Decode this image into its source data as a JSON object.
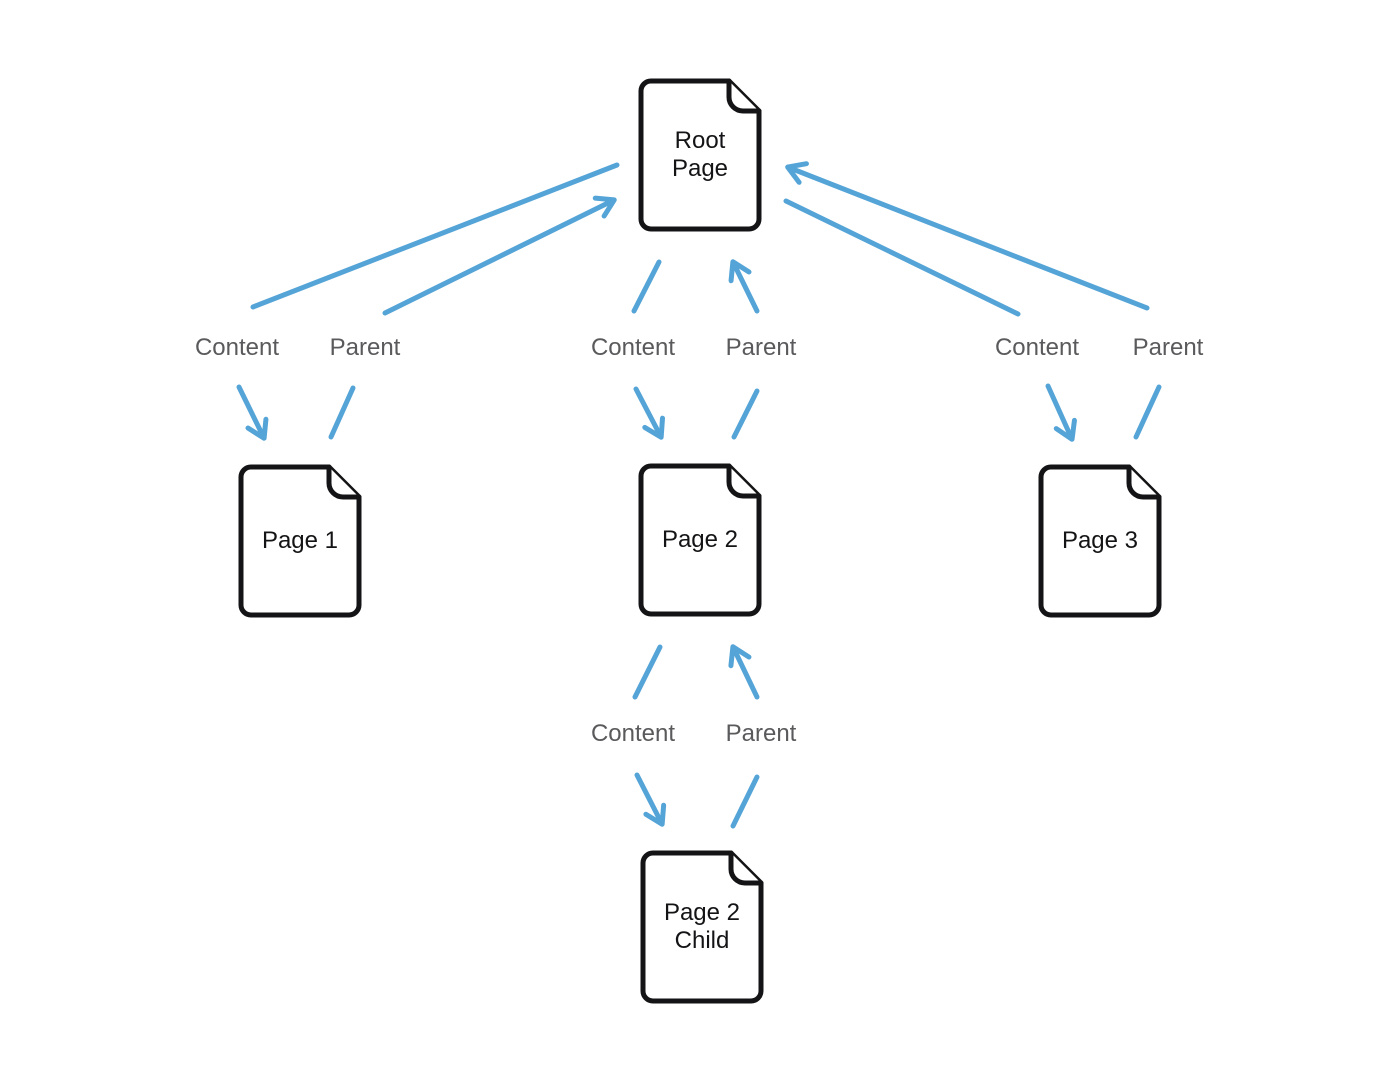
{
  "diagram": {
    "type": "page-hierarchy",
    "colors": {
      "background": "#ffffff",
      "arrow": "#55A4D7",
      "edge_label": "#5a5a5c",
      "doc_outline": "#141416"
    },
    "nodes": [
      {
        "id": "root",
        "label": "Root Page"
      },
      {
        "id": "page1",
        "label": "Page 1"
      },
      {
        "id": "page2",
        "label": "Page 2"
      },
      {
        "id": "page3",
        "label": "Page 3"
      },
      {
        "id": "page2-child",
        "label": "Page 2 Child"
      }
    ],
    "edges": [
      {
        "from": "root",
        "to": "page1",
        "label": "Content"
      },
      {
        "from": "page1",
        "to": "root",
        "label": "Parent"
      },
      {
        "from": "root",
        "to": "page2",
        "label": "Content"
      },
      {
        "from": "page2",
        "to": "root",
        "label": "Parent"
      },
      {
        "from": "root",
        "to": "page3",
        "label": "Content"
      },
      {
        "from": "page3",
        "to": "root",
        "label": "Parent"
      },
      {
        "from": "page2",
        "to": "page2-child",
        "label": "Content"
      },
      {
        "from": "page2-child",
        "to": "page2",
        "label": "Parent"
      }
    ]
  }
}
